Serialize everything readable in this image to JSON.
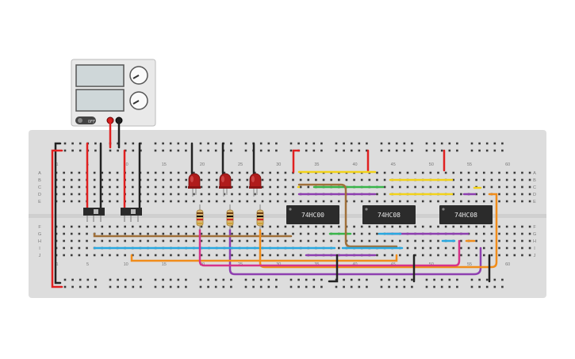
{
  "power_supply": {
    "display_top": "",
    "display_bottom": "",
    "knob_top_label": "",
    "knob_bottom_label": "",
    "switch_label": "OFF"
  },
  "breadboard": {
    "row_letters_top": [
      "A",
      "B",
      "C",
      "D",
      "E"
    ],
    "row_letters_bottom": [
      "F",
      "G",
      "H",
      "I",
      "J"
    ],
    "column_numbers": [
      "1",
      "5",
      "10",
      "15",
      "20",
      "25",
      "30",
      "35",
      "40",
      "45",
      "50",
      "55",
      "60"
    ]
  },
  "chips": [
    {
      "label": "74HC00"
    },
    {
      "label": "74HC08"
    },
    {
      "label": "74HC08"
    }
  ],
  "leds": [
    {
      "color": "#b01c1c"
    },
    {
      "color": "#b01c1c"
    },
    {
      "color": "#b01c1c"
    }
  ],
  "wire_colors": {
    "red": "#e02020",
    "black": "#222222",
    "yellow": "#f2d21a",
    "green": "#39b54a",
    "purple": "#8e3fb0",
    "brown": "#a0703a",
    "blue": "#29a8e0",
    "orange": "#f08c1a",
    "magenta": "#d6338a"
  }
}
